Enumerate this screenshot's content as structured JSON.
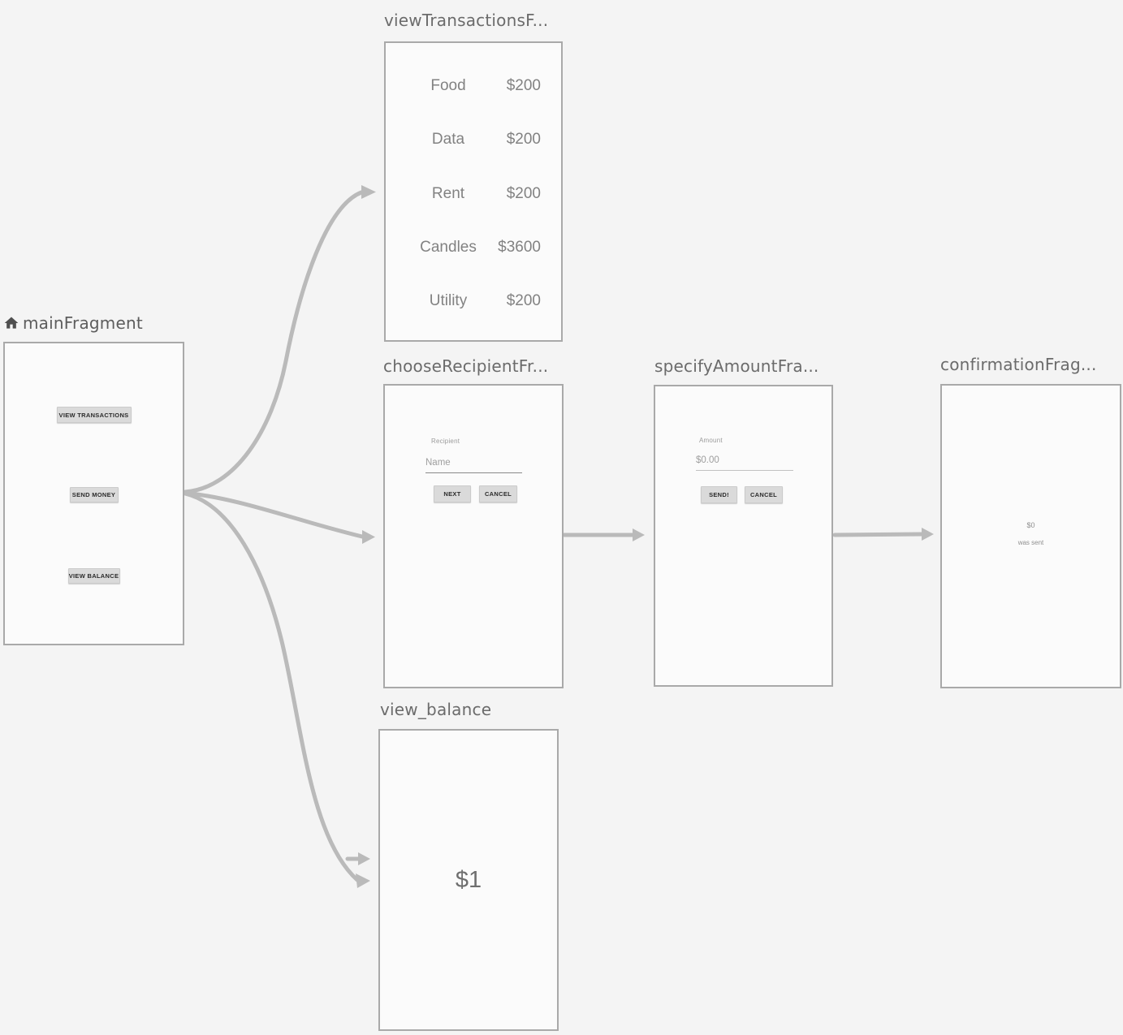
{
  "colors": {
    "background": "#f4f4f4",
    "panel_background": "#fbfbfb",
    "panel_border": "#a9a9a9",
    "arrow": "#bababa",
    "node_title": "#6b6b6b"
  },
  "nodes": {
    "main_fragment": {
      "title": "mainFragment",
      "buttons": [
        {
          "label": "VIEW TRANSACTIONS"
        },
        {
          "label": "SEND MONEY"
        },
        {
          "label": "VIEW BALANCE"
        }
      ]
    },
    "view_transactions": {
      "title": "viewTransactionsF...",
      "rows": [
        {
          "label": "Food",
          "amount": "$200"
        },
        {
          "label": "Data",
          "amount": "$200"
        },
        {
          "label": "Rent",
          "amount": "$200"
        },
        {
          "label": "Candles",
          "amount": "$3600"
        },
        {
          "label": "Utility",
          "amount": "$200"
        }
      ]
    },
    "choose_recipient": {
      "title": "chooseRecipientFr...",
      "field_label": "Recipient",
      "field_hint": "Name",
      "primary_button": "NEXT",
      "secondary_button": "CANCEL"
    },
    "specify_amount": {
      "title": "specifyAmountFra...",
      "field_label": "Amount",
      "field_hint": "$0.00",
      "primary_button": "SEND!",
      "secondary_button": "CANCEL"
    },
    "confirmation": {
      "title": "confirmationFrag...",
      "amount": "$0",
      "message": "was sent"
    },
    "view_balance": {
      "title": "view_balance",
      "balance": "$1"
    }
  }
}
